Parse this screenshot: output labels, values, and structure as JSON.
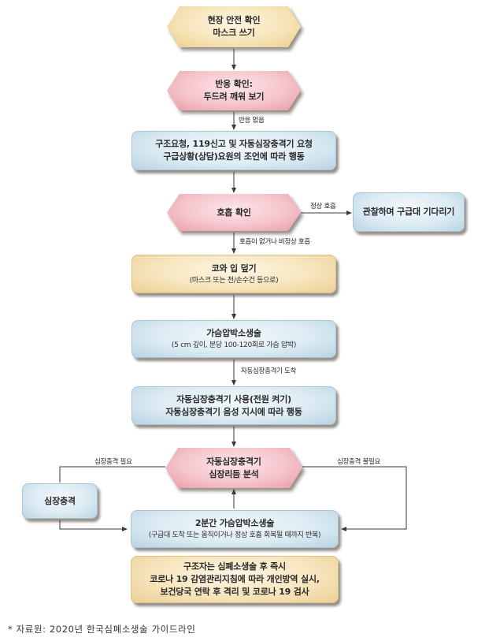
{
  "nodes": {
    "scene_safety": {
      "line1": "현장 안전 확인",
      "line2": "마스크 쓰기"
    },
    "check_response": {
      "line1": "반응 확인:",
      "line2": "두드려 깨워 보기"
    },
    "call_help": {
      "line1": "구조요청, 119신고 및 자동심장충격기 요청",
      "line2": "구급상황(상담)요원의 조언에 따라 행동"
    },
    "check_breathing": {
      "line1": "호흡 확인"
    },
    "wait_observe": {
      "line1": "관찰하며 구급대 기다리기"
    },
    "cover_mouth": {
      "line1": "코와 입 덮기",
      "line2": "(마스크 또는 천/손수건 등으로)"
    },
    "cpr": {
      "line1": "가슴압박소생술",
      "line2": "(5 cm 깊이, 분당 100-120회로 가슴 압박)"
    },
    "aed_use": {
      "line1": "자동심장충격기 사용(전원 켜기)",
      "line2": "자동심장충격기 음성 지시에 따라 행동"
    },
    "aed_analyze": {
      "line1": "자동심장충격기",
      "line2": "심장리듬 분석"
    },
    "shock": {
      "line1": "심장충격"
    },
    "cpr_2min": {
      "line1": "2분간 가슴압박소생술",
      "line2": "(구급대 도착 또는 움직이거나 정상 호흡 회복될 때까지 반복)"
    },
    "post_care": {
      "line1": "구조자는 심폐소생술 후 즉시",
      "line2": "코로나 19 감염관리지침에 따라 개인방역 실시,",
      "line3": "보건당국 연락 후 격리 및 코로나 19 검사"
    }
  },
  "edge_labels": {
    "no_response": "반응 없음",
    "normal_breathing": "정상 호흡",
    "abnormal_breathing": "호흡이 없거나 비정상 호흡",
    "aed_arrives": "자동심장충격기 도착",
    "shock_needed": "심장충격 필요",
    "shock_not_needed": "심장충격 불필요"
  },
  "source": "* 자료원: 2020년 한국심폐소생술 가이드라인",
  "colors": {
    "line": "#3a3a3a",
    "pink": "#f5c4cc",
    "yellow": "#f7e5bd",
    "blue": "#dcebf3"
  }
}
